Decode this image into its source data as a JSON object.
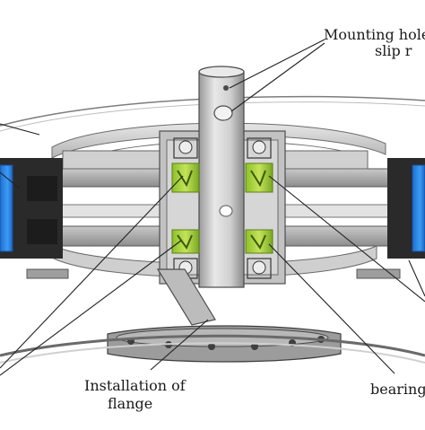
{
  "labels": {
    "mounting_hole": "Mounting hole",
    "slip": "slip r",
    "installation_line1": "Installation of",
    "installation_line2": "flange",
    "bearing": "bearing"
  },
  "colors": {
    "bearing_green": "#a8d23a",
    "bearing_green_dark": "#6e9a1a",
    "actuator_blue": "#2f8ff0",
    "metal_light": "#d9d9d9",
    "metal_mid": "#a9a9a9",
    "metal_dark": "#5b5b5b",
    "block_black": "#2a2a2a"
  }
}
